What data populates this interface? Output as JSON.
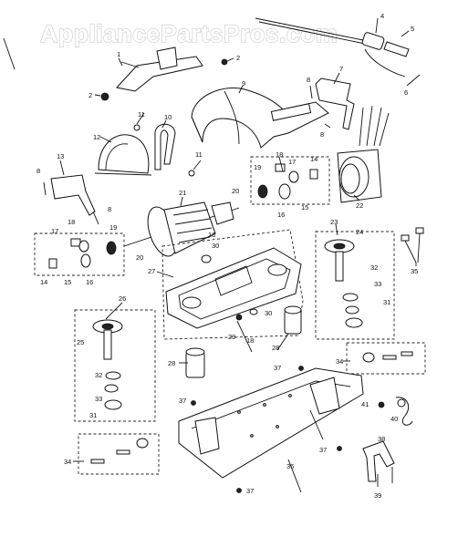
{
  "watermark": "AppliancePartsPros.com",
  "callouts": {
    "c1": "1",
    "c2": "2",
    "c3": "2",
    "c4": "4",
    "c5": "5",
    "c6": "6",
    "c7": "7",
    "c8a": "8",
    "c8b": "8",
    "c8c": "8",
    "c8d": "8",
    "c9": "9",
    "c10": "10",
    "c11a": "11",
    "c11b": "11",
    "c12": "12",
    "c13": "13",
    "c14a": "14",
    "c14b": "14",
    "c15a": "15",
    "c15b": "15",
    "c16a": "16",
    "c16b": "16",
    "c17a": "17",
    "c17b": "17",
    "c18a": "18",
    "c18b": "18",
    "c18c": "18",
    "c18d": "18",
    "c19a": "19",
    "c19b": "19",
    "c20a": "20",
    "c20b": "20",
    "c21": "21",
    "c22": "22",
    "c23": "23",
    "c24": "24",
    "c25": "25",
    "c26": "26",
    "c27": "27",
    "c28a": "28",
    "c28b": "28",
    "c29": "29",
    "c30a": "30",
    "c30b": "30",
    "c31a": "31",
    "c31b": "31",
    "c32a": "32",
    "c32b": "32",
    "c33a": "33",
    "c33b": "33",
    "c34a": "34",
    "c34b": "34",
    "c35": "35",
    "c36": "36",
    "c37a": "37",
    "c37b": "37",
    "c37c": "37",
    "c37d": "37",
    "c38": "38",
    "c39": "39",
    "c40": "40",
    "c41": "41"
  }
}
